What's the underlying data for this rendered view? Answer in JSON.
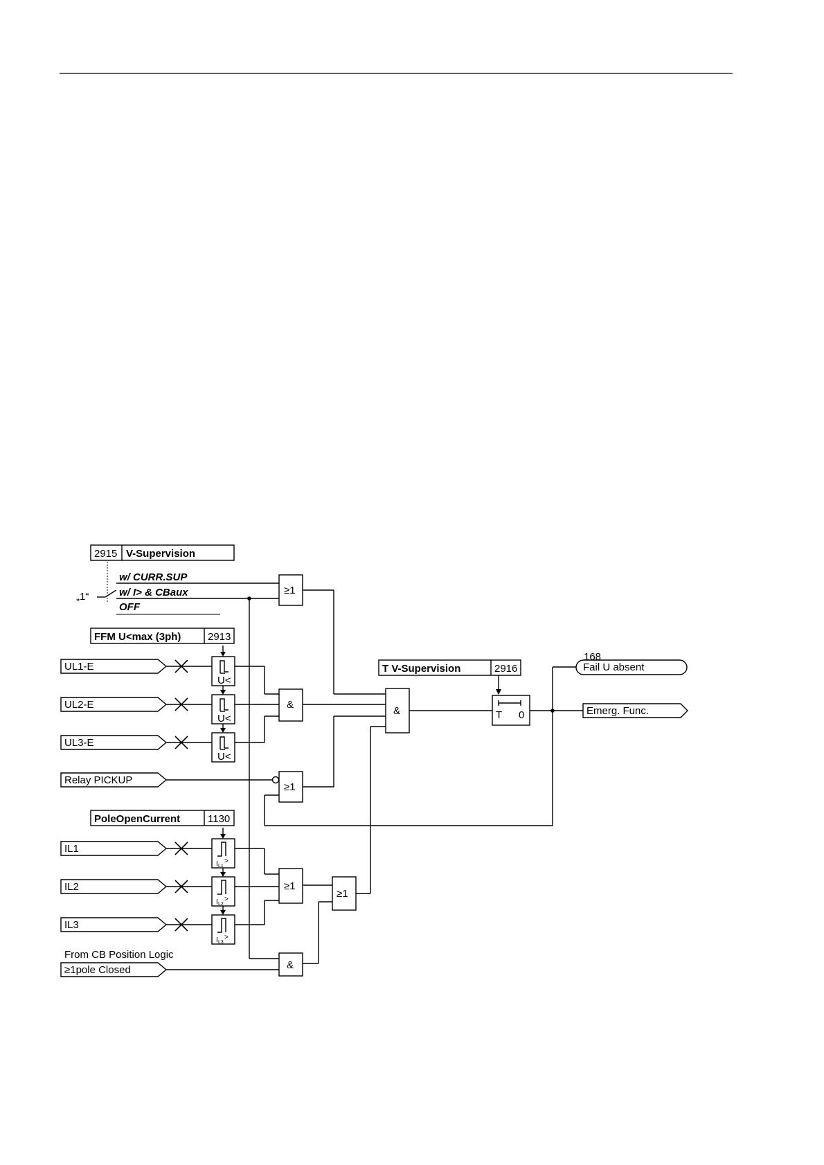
{
  "settings": {
    "v_supervision": {
      "address": "2915",
      "title": "V-Supervision"
    },
    "ffm_umax": {
      "title": "FFM U<max (3ph)",
      "address": "2913"
    },
    "t_v_supervision": {
      "title": "T V-Supervision",
      "address": "2916"
    },
    "pole_open_current": {
      "title": "PoleOpenCurrent",
      "address": "1130"
    }
  },
  "switch": {
    "const_input": "„1“",
    "options": [
      "w/ CURR.SUP",
      "w/ I> & CBaux",
      "OFF"
    ]
  },
  "inputs": {
    "ul1": "UL1-E",
    "ul2": "UL2-E",
    "ul3": "UL3-E",
    "relay_pickup": "Relay PICKUP",
    "il1": "IL1",
    "il2": "IL2",
    "il3": "IL3",
    "cb_caption": "From CB Position Logic",
    "cb_closed": "≥1pole Closed"
  },
  "detectors": {
    "voltage": [
      "U<",
      "U<",
      "U<"
    ],
    "current": [
      {
        "main": "I",
        "sub": "L1",
        "suffix": ">"
      },
      {
        "main": "I",
        "sub": "L2",
        "suffix": ">"
      },
      {
        "main": "I",
        "sub": "L3",
        "suffix": ">"
      }
    ]
  },
  "gates": {
    "or": "≥1",
    "and": "&"
  },
  "timer": {
    "t": "T",
    "zero": "0"
  },
  "outputs": {
    "fail_u_absent_no": "168",
    "fail_u_absent": "Fail U absent",
    "emerg_func": "Emerg. Func."
  }
}
